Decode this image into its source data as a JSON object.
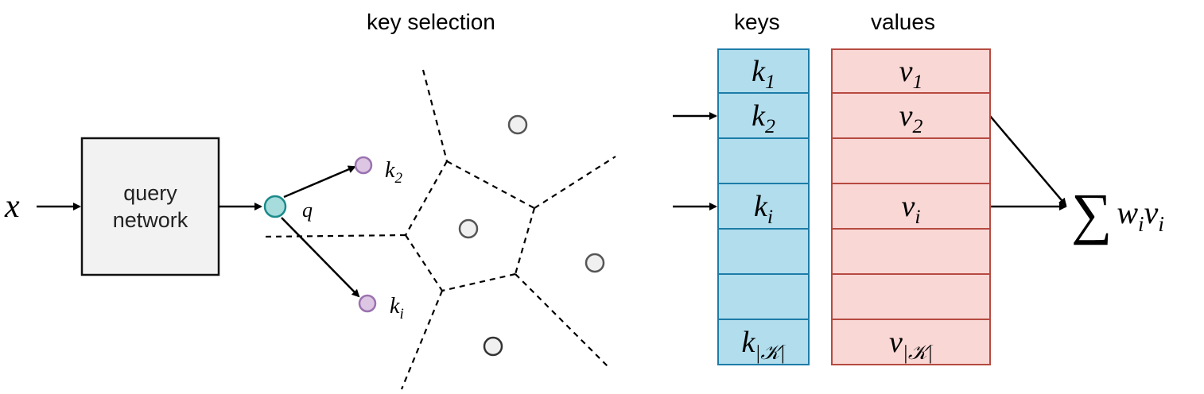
{
  "titles": {
    "key_selection": "key selection",
    "keys": "keys",
    "values": "values"
  },
  "input_label": "x",
  "query_network": {
    "line1": "query",
    "line2": "network"
  },
  "query_label": "q",
  "point_labels": {
    "k2": {
      "base": "k",
      "sub": "2"
    },
    "ki": {
      "base": "k",
      "sub": "i"
    }
  },
  "keys": [
    {
      "base": "k",
      "sub": "1"
    },
    {
      "base": "k",
      "sub": "2"
    },
    {
      "base": "",
      "sub": ""
    },
    {
      "base": "k",
      "sub": "i"
    },
    {
      "base": "",
      "sub": ""
    },
    {
      "base": "",
      "sub": ""
    },
    {
      "base": "k",
      "sub": "|𝒦|"
    }
  ],
  "values": [
    {
      "base": "v",
      "sub": "1"
    },
    {
      "base": "v",
      "sub": "2"
    },
    {
      "base": "",
      "sub": ""
    },
    {
      "base": "v",
      "sub": "i"
    },
    {
      "base": "",
      "sub": ""
    },
    {
      "base": "",
      "sub": ""
    },
    {
      "base": "v",
      "sub": "|𝒦|"
    }
  ],
  "output": {
    "sum_symbol": "∑",
    "w": "w",
    "w_sub": "i",
    "v": "v",
    "v_sub": "i"
  },
  "colors": {
    "key_fill": "#b1dded",
    "key_border": "#1d7ca8",
    "value_fill": "#f9d7d5",
    "value_border": "#b64a40",
    "query_fill": "#a6dcdc",
    "query_border": "#1b8a8a",
    "candidate_fill": "#dcc6e3",
    "candidate_border": "#9b72b0",
    "box_fill": "#f2f2f2"
  }
}
